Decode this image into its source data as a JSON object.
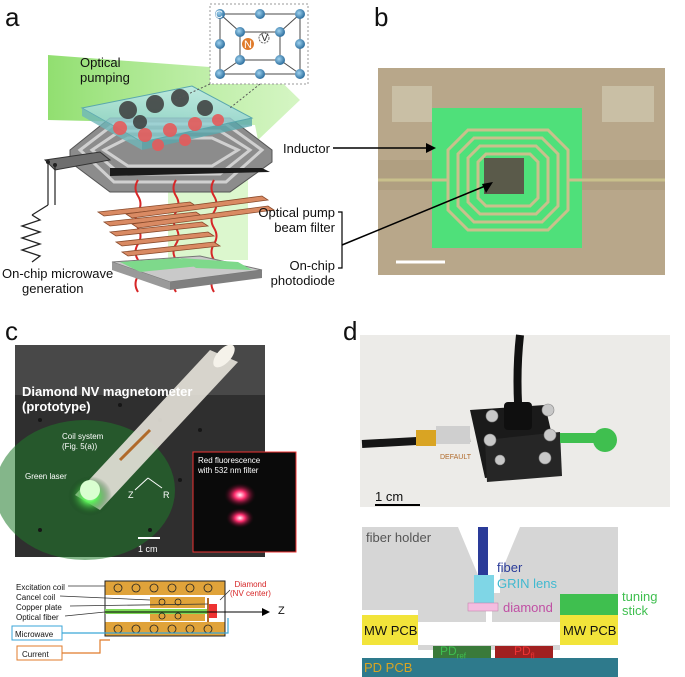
{
  "panel_labels": {
    "a": "a",
    "b": "b",
    "c": "c",
    "d": "d"
  },
  "panel_a": {
    "optical_pumping": [
      "Optical",
      "pumping"
    ],
    "microwave": [
      "On-chip microwave",
      "generation"
    ],
    "atom_labels": {
      "c": "C",
      "n": "N",
      "v": "V"
    }
  },
  "panel_b_labels": {
    "inductor": "Inductor",
    "beam_filter": [
      "Optical pump",
      "beam filter"
    ],
    "photodiode": [
      "On-chip",
      "photodiode"
    ]
  },
  "panel_c": {
    "title": [
      "Diamond NV magnetometer",
      "(prototype)"
    ],
    "coil_system": [
      "Coil system",
      "(Fig. 5(a))"
    ],
    "green_laser": "Green laser",
    "axis_z": "Z",
    "axis_r": "R",
    "scale": "1 cm",
    "inset": [
      "Red fluorescence",
      "with 532 nm filter"
    ],
    "schematic": {
      "excitation_coil": "Excitation coil",
      "cancel_coil": "Cancel coil",
      "copper_plate": "Copper plate",
      "optical_fiber": "Optical fiber",
      "microwave": "Microwave",
      "current": "Current",
      "diamond": [
        "Diamond",
        "(NV center)"
      ],
      "z_axis": "Z"
    }
  },
  "panel_d": {
    "scale": "1 cm",
    "photo_text": "DEFAULT",
    "schematic": {
      "fiber_holder": "fiber holder",
      "fiber": "fiber",
      "grin_lens": "GRIN lens",
      "diamond": "diamond",
      "tuning_stick": [
        "tuning",
        "stick"
      ],
      "mw_pcb_left": "MW PCB",
      "mw_pcb_right": "MW PCB",
      "pd_ref_main": "PD",
      "pd_ref_sub": "ref",
      "pd_fl_main": "PD",
      "pd_fl_sub": "fl",
      "pd_pcb": "PD PCB"
    }
  },
  "colors": {
    "optical_green": "#7ed957",
    "fluorescence_red": "#d62728",
    "coil_orange": "#e0a33a",
    "mw_pcb_yellow": "#f2e43a",
    "pd_pcb_teal": "#2e7a8c",
    "fiber_blue": "#2a3b99",
    "grin_cyan": "#7fd6e6",
    "diamond_pink": "#f4bde0",
    "tuning_green": "#3fbf4f"
  }
}
